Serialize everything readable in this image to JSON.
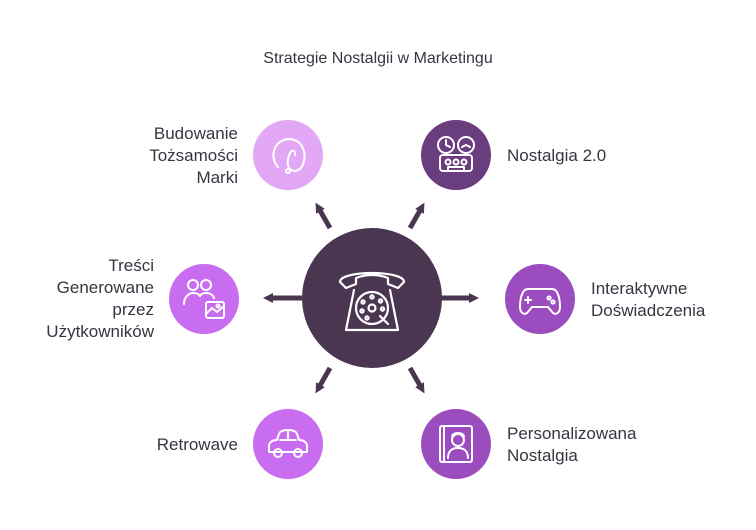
{
  "title": "Strategie Nostalgii w Marketingu",
  "colors": {
    "center": "#4b3651",
    "dark_purple": "#6a3d7e",
    "mid_purple": "#9b4dc0",
    "light_purple": "#c86cf0",
    "pale_purple": "#e3a8f5",
    "arrow": "#4b3651"
  },
  "items": [
    {
      "label_lines": [
        "Budowanie",
        "Tożsamości",
        "Marki"
      ],
      "icon": "brand-loop-icon"
    },
    {
      "label_lines": [
        "Nostalgia 2.0"
      ],
      "icon": "reel-to-reel-icon"
    },
    {
      "label_lines": [
        "Treści",
        "Generowane",
        "przez",
        "Użytkowników"
      ],
      "icon": "users-image-icon"
    },
    {
      "label_lines": [
        "Interaktywne",
        "Doświadczenia"
      ],
      "icon": "gamepad-icon"
    },
    {
      "label_lines": [
        "Retrowave"
      ],
      "icon": "retro-car-icon"
    },
    {
      "label_lines": [
        "Personalizowana",
        "Nostalgia"
      ],
      "icon": "personalized-portrait-icon"
    }
  ],
  "center_icon": "rotary-phone-icon"
}
